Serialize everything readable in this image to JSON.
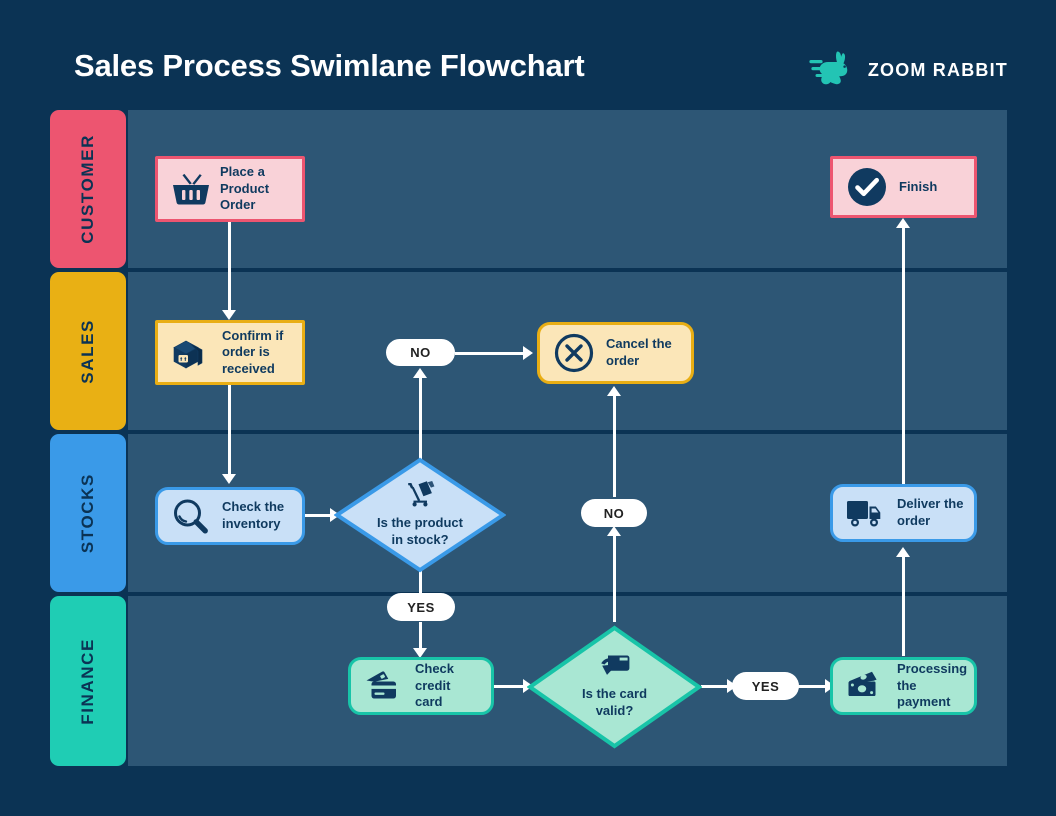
{
  "header": {
    "title": "Sales Process Swimlane Flowchart",
    "brand_name": "ZOOM RABBIT",
    "brand_icon": "rabbit-icon",
    "brand_color": "#23c4b4",
    "background_color": "#0b3354"
  },
  "lanes": [
    {
      "id": "customer",
      "label": "CUSTOMER",
      "color": "#ed5570",
      "body_color": "#2d5675"
    },
    {
      "id": "sales",
      "label": "SALES",
      "color": "#e9b014",
      "body_color": "#2d5675"
    },
    {
      "id": "stocks",
      "label": "STOCKS",
      "color": "#3a9ae8",
      "body_color": "#2d5675"
    },
    {
      "id": "finance",
      "label": "FINANCE",
      "color": "#1fcdb4",
      "body_color": "#2d5675"
    }
  ],
  "nodes": [
    {
      "id": "place-order",
      "lane": "customer",
      "label": "Place a Product Order",
      "icon": "shopping-basket-icon",
      "shape": "rectangle",
      "fill": "#f9d2d8",
      "stroke": "#ed5570"
    },
    {
      "id": "finish",
      "lane": "customer",
      "label": "Finish",
      "icon": "check-circle-icon",
      "shape": "rectangle",
      "fill": "#f9d2d8",
      "stroke": "#ed5570"
    },
    {
      "id": "confirm-order",
      "lane": "sales",
      "label": "Confirm if order is received",
      "icon": "package-box-icon",
      "shape": "rectangle",
      "fill": "#fbe6b8",
      "stroke": "#e9ae14"
    },
    {
      "id": "cancel-order",
      "lane": "sales",
      "label": "Cancel the order",
      "icon": "x-circle-icon",
      "shape": "rounded",
      "fill": "#fbe6b8",
      "stroke": "#e9ae14"
    },
    {
      "id": "check-inventory",
      "lane": "stocks",
      "label": "Check the inventory",
      "icon": "magnifier-icon",
      "shape": "rounded",
      "fill": "#c9e0f7",
      "stroke": "#3a9ae8"
    },
    {
      "id": "product-in-stock",
      "lane": "stocks",
      "label": "Is the product in stock?",
      "icon": "hand-truck-icon",
      "shape": "diamond",
      "fill": "#c9e0f7",
      "stroke": "#3a9ae8"
    },
    {
      "id": "deliver-order",
      "lane": "stocks",
      "label": "Deliver the order",
      "icon": "delivery-truck-icon",
      "shape": "rounded",
      "fill": "#c9e0f7",
      "stroke": "#3a9ae8"
    },
    {
      "id": "check-card",
      "lane": "finance",
      "label": "Check credit card",
      "icon": "credit-card-icon",
      "shape": "rounded",
      "fill": "#a9e7d3",
      "stroke": "#18c4a8"
    },
    {
      "id": "card-valid",
      "lane": "finance",
      "label": "Is the card valid?",
      "icon": "card-in-hand-icon",
      "shape": "diamond",
      "fill": "#a9e7d3",
      "stroke": "#18c4a8"
    },
    {
      "id": "processing-payment",
      "lane": "finance",
      "label": "Processing the payment",
      "icon": "cash-money-icon",
      "shape": "rounded",
      "fill": "#a9e7d3",
      "stroke": "#18c4a8"
    }
  ],
  "node_text": {
    "place_order_line1": "Place a",
    "place_order_line2": "Product",
    "place_order_line3": "Order",
    "finish": "Finish",
    "confirm_line1": "Confirm if",
    "confirm_line2": "order is",
    "confirm_line3": "received",
    "cancel_line1": "Cancel the",
    "cancel_line2": "order",
    "inventory_line1": "Check the",
    "inventory_line2": "inventory",
    "deliver_line1": "Deliver the",
    "deliver_line2": "order",
    "card_line1": "Check",
    "card_line2": "credit card",
    "payment_line1": "Processing",
    "payment_line2": "the payment",
    "stock_q_line1": "Is the product",
    "stock_q_line2": "in stock?",
    "valid_q_line1": "Is the card",
    "valid_q_line2": "valid?"
  },
  "decision_labels": {
    "stock_no": "NO",
    "stock_yes": "YES",
    "card_no": "NO",
    "card_yes": "YES"
  },
  "edges": [
    {
      "from": "place-order",
      "to": "confirm-order",
      "label": ""
    },
    {
      "from": "confirm-order",
      "to": "check-inventory",
      "label": ""
    },
    {
      "from": "check-inventory",
      "to": "product-in-stock",
      "label": ""
    },
    {
      "from": "product-in-stock",
      "to": "cancel-order",
      "label": "NO"
    },
    {
      "from": "product-in-stock",
      "to": "check-card",
      "label": "YES"
    },
    {
      "from": "check-card",
      "to": "card-valid",
      "label": ""
    },
    {
      "from": "card-valid",
      "to": "cancel-order",
      "label": "NO"
    },
    {
      "from": "card-valid",
      "to": "processing-payment",
      "label": "YES"
    },
    {
      "from": "processing-payment",
      "to": "deliver-order",
      "label": ""
    },
    {
      "from": "deliver-order",
      "to": "finish",
      "label": ""
    }
  ]
}
